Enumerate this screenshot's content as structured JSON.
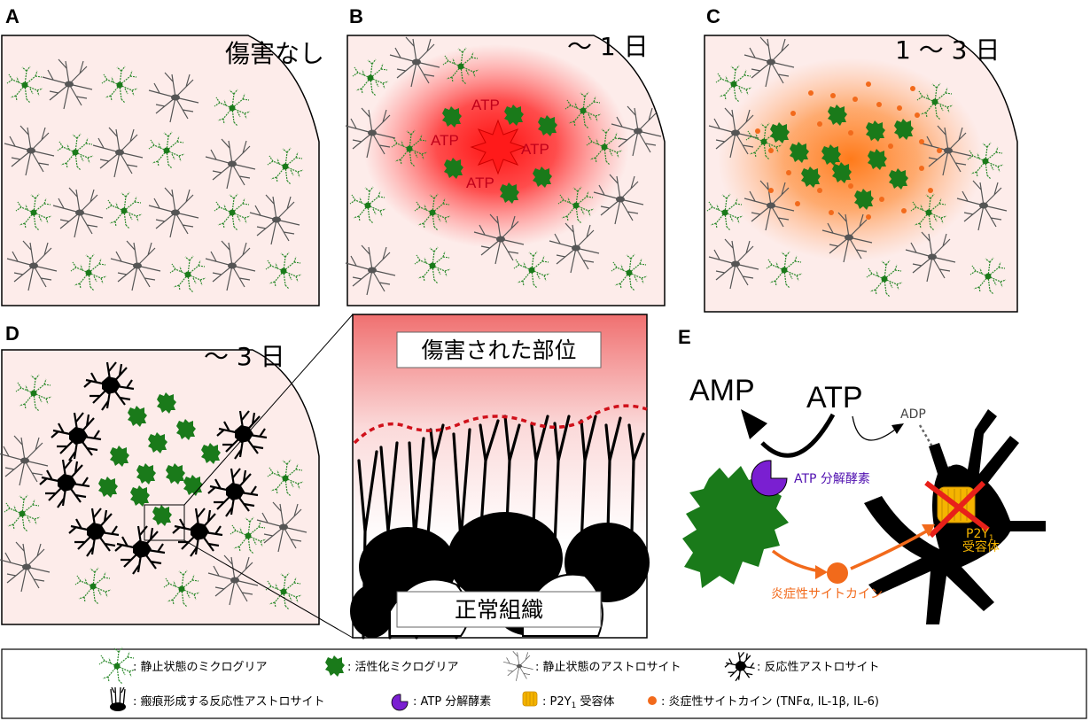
{
  "panels": {
    "A": {
      "letter": "A",
      "time": "傷害なし"
    },
    "B": {
      "letter": "B",
      "time": "～ 1 日",
      "atp_labels": [
        "ATP",
        "ATP",
        "ATP",
        "ATP"
      ]
    },
    "C": {
      "letter": "C",
      "time": "1 ～ 3 日"
    },
    "D": {
      "letter": "D",
      "time": "～ 3 日"
    },
    "zoom": {
      "top_label": "傷害された部位",
      "bottom_label": "正常組織"
    },
    "E": {
      "letter": "E",
      "amp": "AMP",
      "atp": "ATP",
      "adp": "ADP",
      "enzyme": "ATP 分解酵素",
      "receptor_line1": "P2Y",
      "receptor_sub": "1",
      "receptor_line2": "受容体",
      "cytokine": "炎症性サイトカイン"
    }
  },
  "legend": {
    "resting_microglia": ": 静止状態のミクログリア",
    "activated_microglia": ": 活性化ミクログリア",
    "resting_astrocyte": ": 静止状態のアストロサイト",
    "reactive_astrocyte": ": 反応性アストロサイト",
    "scar_astrocyte": ": 瘢痕形成する反応性アストロサイト",
    "atpase": ": ATP 分解酵素",
    "p2y1": ": P2Y",
    "p2y1_sub": "1",
    "p2y1_tail": " 受容体",
    "cytokine": ": 炎症性サイトカイン (TNFα, IL-1β, IL-6)"
  },
  "colors": {
    "tissue": "#fdecea",
    "resting_microglia": "#2e8b2e",
    "activated_microglia": "#1a7a1a",
    "astrocyte_resting": "#555555",
    "astrocyte_reactive": "#000000",
    "atp_cloud": "#ff2020",
    "cytokine": "#f26a1b",
    "enzyme": "#7a1fd1",
    "receptor": "#f5b400",
    "cross": "#e8201a"
  }
}
